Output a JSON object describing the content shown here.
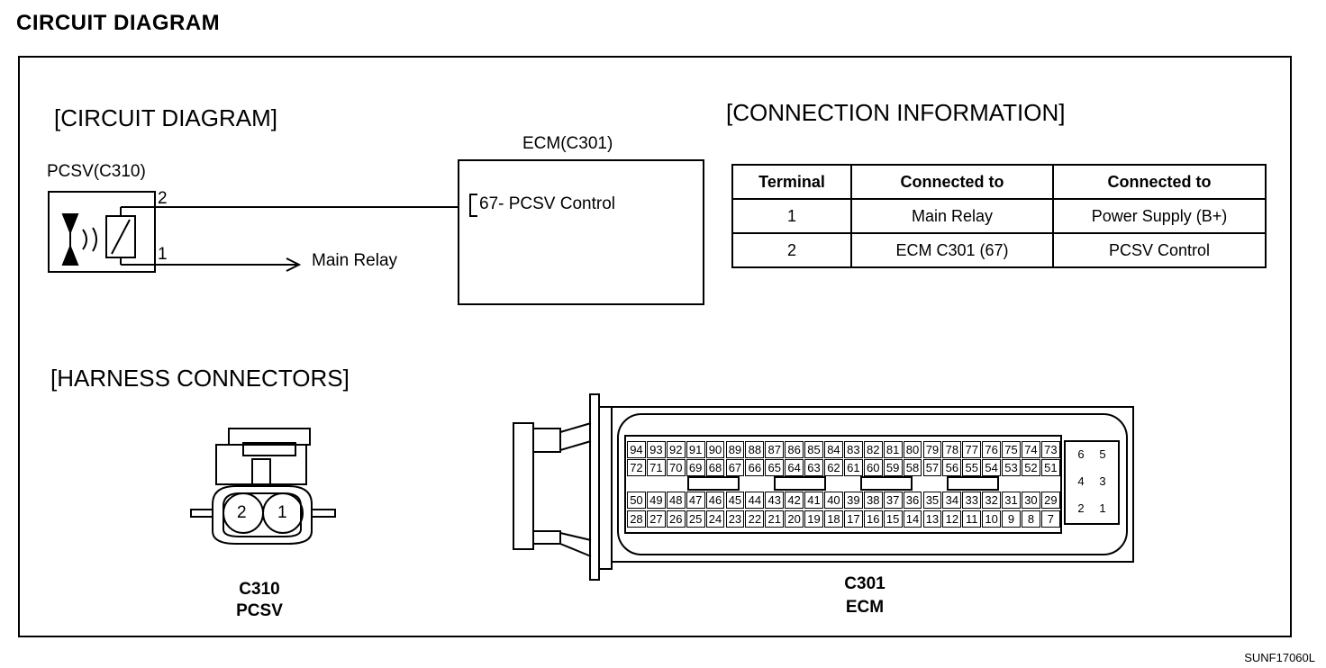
{
  "page_title": "CIRCUIT DIAGRAM",
  "image_code": "SUNF17060L",
  "circuit": {
    "title": "[CIRCUIT DIAGRAM]",
    "pcsv_label": "PCSV(C310)",
    "pin2": "2",
    "pin1": "1",
    "main_relay": "Main Relay",
    "ecm_label": "ECM(C301)",
    "ecm_pin": "67- PCSV Control"
  },
  "connection": {
    "title": "[CONNECTION INFORMATION]",
    "headers": [
      "Terminal",
      "Connected to",
      "Connected to"
    ],
    "rows": [
      [
        "1",
        "Main Relay",
        "Power Supply (B+)"
      ],
      [
        "2",
        "ECM C301 (67)",
        "PCSV Control"
      ]
    ]
  },
  "harness": {
    "title": "[HARNESS CONNECTORS]",
    "c310_pins": [
      "2",
      "1"
    ],
    "c310_code": "C310",
    "c310_name": "PCSV",
    "c301_code": "C301",
    "c301_name": "ECM",
    "c301_rows": [
      [
        "94",
        "93",
        "92",
        "91",
        "90",
        "89",
        "88",
        "87",
        "86",
        "85",
        "84",
        "83",
        "82",
        "81",
        "80",
        "79",
        "78",
        "77",
        "76",
        "75",
        "74",
        "73"
      ],
      [
        "72",
        "71",
        "70",
        "69",
        "68",
        "67",
        "66",
        "65",
        "64",
        "63",
        "62",
        "61",
        "60",
        "59",
        "58",
        "57",
        "56",
        "55",
        "54",
        "53",
        "52",
        "51"
      ],
      [
        "50",
        "49",
        "48",
        "47",
        "46",
        "45",
        "44",
        "43",
        "42",
        "41",
        "40",
        "39",
        "38",
        "37",
        "36",
        "35",
        "34",
        "33",
        "32",
        "31",
        "30",
        "29"
      ],
      [
        "28",
        "27",
        "26",
        "25",
        "24",
        "23",
        "22",
        "21",
        "20",
        "19",
        "18",
        "17",
        "16",
        "15",
        "14",
        "13",
        "12",
        "11",
        "10",
        "9",
        "8",
        "7"
      ]
    ],
    "c301_small": [
      [
        "6",
        "5"
      ],
      [
        "4",
        "3"
      ],
      [
        "2",
        "1"
      ]
    ]
  }
}
